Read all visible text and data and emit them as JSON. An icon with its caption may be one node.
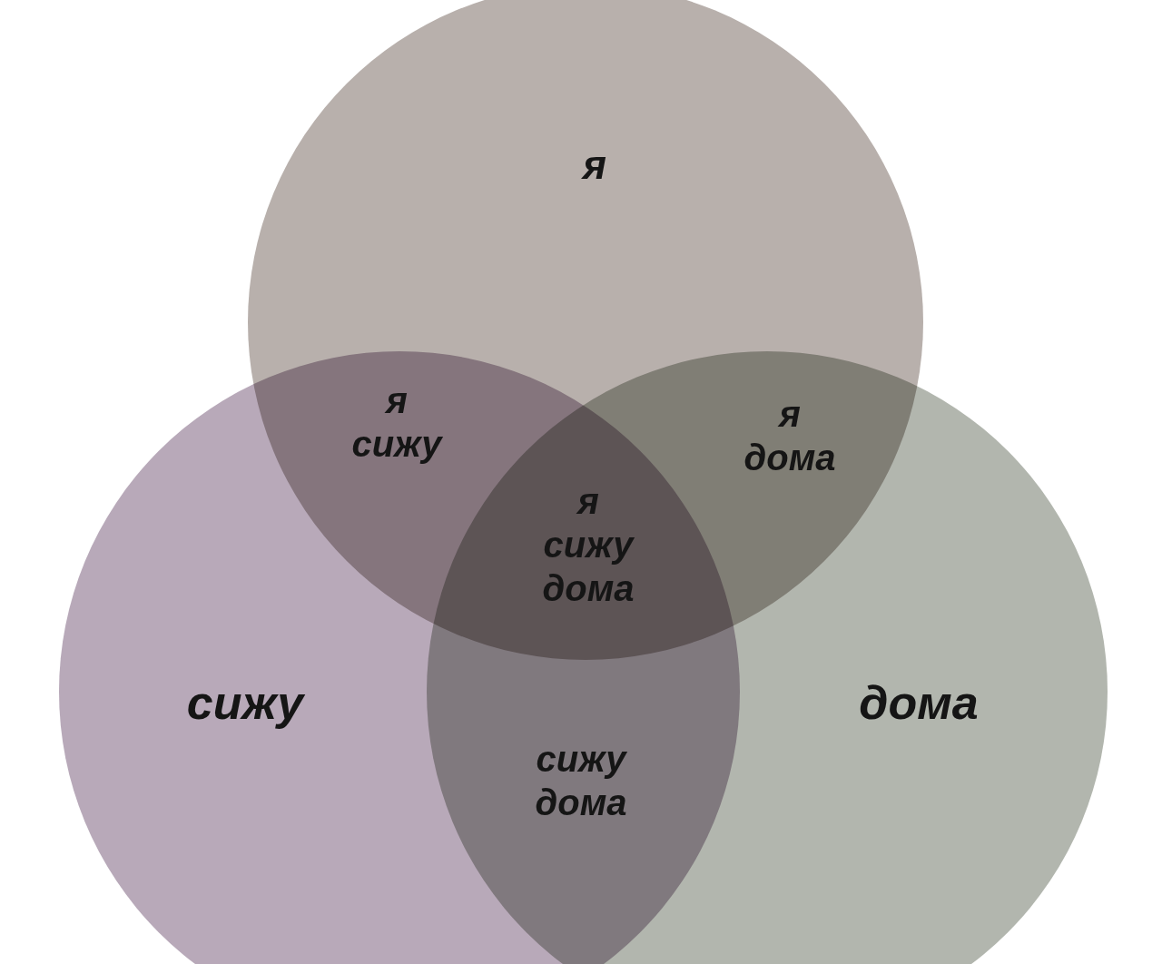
{
  "diagram": {
    "nodes": [
      {
        "text": [
          "я"
        ]
      },
      {
        "text": [
          "сижу"
        ]
      },
      {
        "text": [
          "дома"
        ]
      }
    ],
    "labels": [
      "я сижу",
      "я дома",
      "я сижу дома",
      "сижу дома"
    ]
  }
}
